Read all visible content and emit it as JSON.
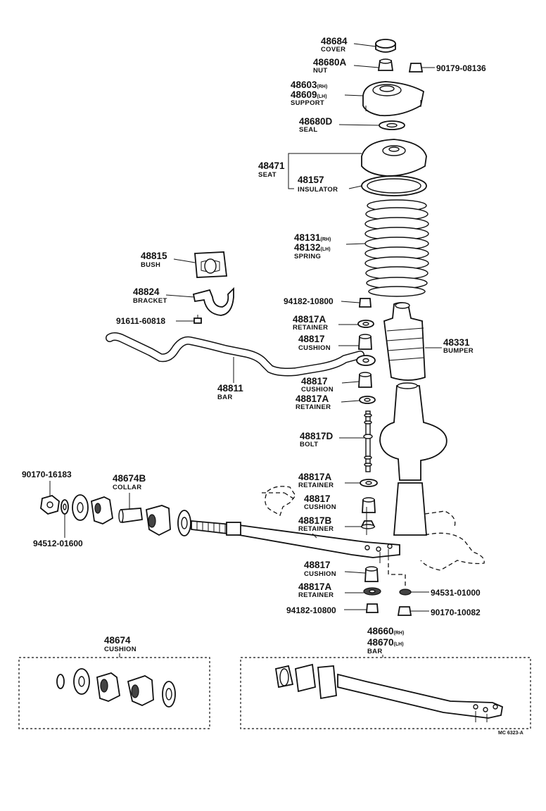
{
  "parts": {
    "cover": {
      "number": "48684",
      "name": "COVER"
    },
    "nut": {
      "number": "48680A",
      "name": "NUT"
    },
    "nut_small": {
      "number": "90179-08136"
    },
    "support": {
      "number_rh": "48603",
      "rh": "(RH)",
      "number_lh": "48609",
      "lh": "(LH)",
      "name": "SUPPORT"
    },
    "seal": {
      "number": "48680D",
      "name": "SEAL"
    },
    "seat": {
      "number": "48471",
      "name": "SEAT"
    },
    "insulator": {
      "number": "48157",
      "name": "INSULATOR"
    },
    "spring": {
      "number_rh": "48131",
      "rh": "(RH)",
      "number_lh": "48132",
      "lh": "(LH)",
      "name": "SPRING"
    },
    "bush": {
      "number": "48815",
      "name": "BUSH"
    },
    "bracket": {
      "number": "48824",
      "name": "BRACKET"
    },
    "bracket_bolt": {
      "number": "91611-60818"
    },
    "stab_nut": {
      "number": "94182-10800"
    },
    "retainer_1": {
      "number": "48817A",
      "name": "RETAINER"
    },
    "cushion_1": {
      "number": "48817",
      "name": "CUSHION"
    },
    "bumper": {
      "number": "48331",
      "name": "BUMPER"
    },
    "stab_bar": {
      "number": "48811",
      "name": "BAR"
    },
    "cushion_2": {
      "number": "48817",
      "name": "CUSHION"
    },
    "retainer_2": {
      "number": "48817A",
      "name": "RETAINER"
    },
    "bolt": {
      "number": "48817D",
      "name": "BOLT"
    },
    "retainer_3": {
      "number": "48817A",
      "name": "RETAINER"
    },
    "cushion_3": {
      "number": "48817",
      "name": "CUSHION"
    },
    "retainer_b": {
      "number": "48817B",
      "name": "RETAINER"
    },
    "cushion_4": {
      "number": "48817",
      "name": "CUSHION"
    },
    "retainer_4": {
      "number": "48817A",
      "name": "RETAINER"
    },
    "nut_bottom": {
      "number": "94182-10800"
    },
    "washer_lock": {
      "number": "94531-01000"
    },
    "nut_lock": {
      "number": "90170-10082"
    },
    "strut_nut": {
      "number": "90170-16183"
    },
    "washer": {
      "number": "94512-01600"
    },
    "collar": {
      "number": "48674B",
      "name": "COLLAR"
    },
    "cushion_set": {
      "number": "48674",
      "name": "CUSHION"
    },
    "strut_bar": {
      "number_rh": "48660",
      "rh": "(RH)",
      "number_lh": "48670",
      "lh": "(LH)",
      "name": "BAR"
    }
  },
  "drawing_ref": "MC 6323-A"
}
